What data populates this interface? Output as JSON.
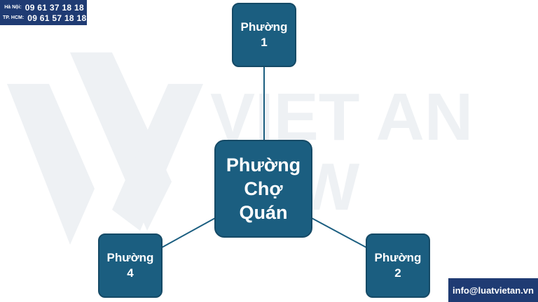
{
  "hotline": {
    "hanoi_label": "Hà Nội:",
    "hanoi_phone": "09 61 37 18 18",
    "hcm_label": "TP. HCM:",
    "hcm_phone": "09 61 57 18 18"
  },
  "watermark": {
    "brand_line1": "VIET AN",
    "brand_line2": "LAW"
  },
  "diagram": {
    "center": {
      "line1": "Phường",
      "line2": "Chợ",
      "line3": "Quán"
    },
    "ward1": {
      "line1": "Phường",
      "line2": "1"
    },
    "ward2": {
      "line1": "Phường",
      "line2": "2"
    },
    "ward4": {
      "line1": "Phường",
      "line2": "4"
    }
  },
  "contact": {
    "email": "info@luatvietan.vn"
  },
  "colors": {
    "node_fill": "#1b5e80",
    "node_border": "#154a66",
    "badge": "#1f3b73",
    "connector": "#1b5e80",
    "watermark": "#eef1f4"
  }
}
